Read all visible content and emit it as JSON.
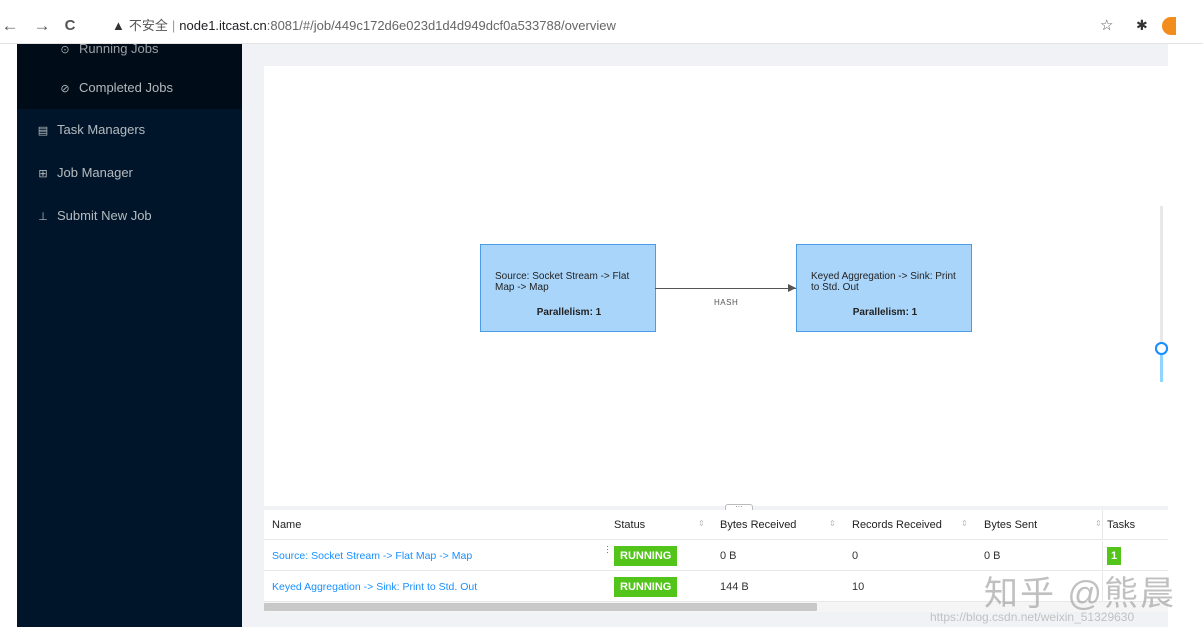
{
  "browser": {
    "back": "←",
    "forward": "→",
    "reload": "C",
    "warning_icon": "▲",
    "insecure_label": "不安全",
    "separator": "|",
    "host": "node1.itcast.cn",
    "path": ":8081/#/job/449c172d6e023d1d4d949dcf0a533788/overview",
    "star": "☆",
    "extensions": "✱"
  },
  "sidebar": {
    "running_jobs": "Running Jobs",
    "completed_jobs": "Completed Jobs",
    "task_managers": "Task Managers",
    "job_manager": "Job Manager",
    "submit_new_job": "Submit New Job"
  },
  "graph": {
    "nodes": [
      {
        "description": "Source: Socket Stream -> Flat Map -> Map",
        "parallelism": "Parallelism: 1"
      },
      {
        "description": "Keyed Aggregation -> Sink: Print to Std. Out",
        "parallelism": "Parallelism: 1"
      }
    ],
    "edge_label": "HASH",
    "resize_handle": "···"
  },
  "table": {
    "columns": [
      "Name",
      "Status",
      "Bytes Received",
      "Records Received",
      "Bytes Sent",
      "Tasks"
    ],
    "sort_icon": "⇕",
    "rows": [
      {
        "name": "Source: Socket Stream -> Flat Map -> Map",
        "status": "RUNNING",
        "bytes_received": "0 B",
        "records_received": "0",
        "bytes_sent": "0 B",
        "tasks": "1"
      },
      {
        "name": "Keyed Aggregation -> Sink: Print to Std. Out",
        "status": "RUNNING",
        "bytes_received": "144 B",
        "records_received": "10",
        "bytes_sent": "",
        "tasks": ""
      }
    ]
  },
  "watermark": {
    "main": "知乎 @熊晨",
    "url": "https://blog.csdn.net/weixin_51329630"
  },
  "colors": {
    "sidebar_bg": "#001529",
    "submenu_bg": "#000c17",
    "node_fill": "#a9d5fb",
    "node_border": "#4a9de8",
    "running_green": "#52c41a",
    "link_blue": "#1890ff"
  }
}
